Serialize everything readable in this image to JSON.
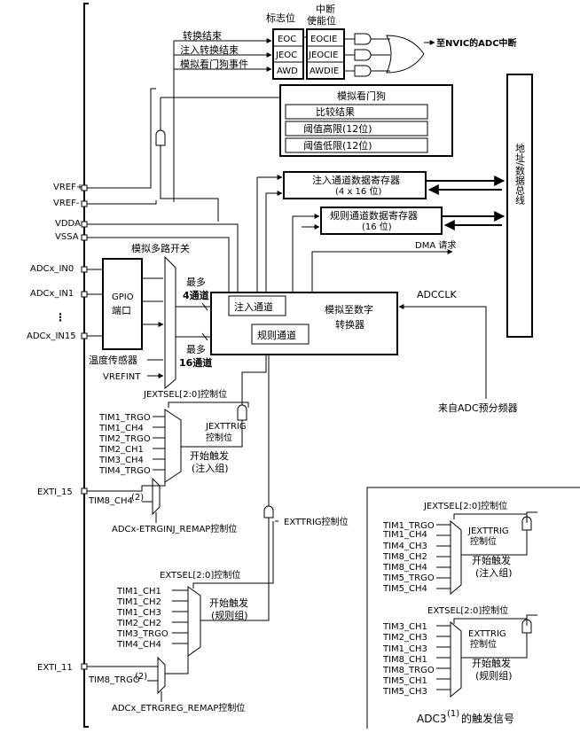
{
  "flags": {
    "title": "标志位",
    "eoc": "EOC",
    "jeoc": "JEOC",
    "awd": "AWD"
  },
  "interrupts": {
    "title_line1": "中断",
    "title_line2": "使能位",
    "eocie": "EOCIE",
    "jeocie": "JEOCIE",
    "awdie": "AWDIE"
  },
  "events": {
    "conv_end": "转换结束",
    "inj_conv_end": "注入转换结束",
    "watchdog_event": "模拟看门狗事件"
  },
  "nvic": "至NVIC的ADC中断",
  "watchdog": {
    "title": "模拟看门狗",
    "compare": "比较结果",
    "high": "阈值高限(12位)",
    "low": "阈值低限(12位)"
  },
  "inj_reg": {
    "line1": "注入通道数据寄存器",
    "line2": "(4 x 16 位)"
  },
  "reg_reg": {
    "line1": "规则通道数据寄存器",
    "line2": "(16 位)"
  },
  "bus": "地址/数据总线",
  "dma": "DMA 请求",
  "adcclk": "ADCCLK",
  "prescaler": "来自ADC预分频器",
  "pins": {
    "vref_plus": "VREF+",
    "vref_minus": "VREF-",
    "vdda": "VDDA",
    "vssa": "VSSA",
    "in0": "ADCx_IN0",
    "in1": "ADCx_IN1",
    "dots": "⋮",
    "in15": "ADCx_IN15",
    "temp": "温度传感器",
    "vrefint": "VREFINT"
  },
  "gpio": {
    "line1": "GPIO",
    "line2": "端口"
  },
  "mux": {
    "title": "模拟多路开关",
    "max1": "最多",
    "ch4": "4通道",
    "max2": "最多",
    "ch16": "16通道"
  },
  "converter": {
    "line1": "模拟至数字",
    "line2": "转换器",
    "inj": "注入通道",
    "reg": "规则通道"
  },
  "inj_trig": {
    "jextsel": "JEXTSEL[2:0]控制位",
    "inputs": [
      "TIM1_TRGO",
      "TIM1_CH4",
      "TIM2_TRGO",
      "TIM2_CH1",
      "TIM3_CH4",
      "TIM4_TRGO"
    ],
    "jexttrig1": "JEXTTRIG",
    "jexttrig2": "控制位",
    "start1": "开始触发",
    "start2": "(注入组)",
    "exti": "EXTI_15",
    "tim8": "TIM8_CH4",
    "tim8_note": "(2)",
    "remap": "ADCx-ETRGINJ_REMAP控制位"
  },
  "reg_trig": {
    "exttrig": "EXTTRIG控制位",
    "extsel": "EXTSEL[2:0]控制位",
    "inputs": [
      "TIM1_CH1",
      "TIM1_CH2",
      "TIM1_CH3",
      "TIM2_CH2",
      "TIM3_TRGO",
      "TIM4_CH4"
    ],
    "start1": "开始触发",
    "start2": "(规则组)",
    "exti": "EXTI_11",
    "tim8": "TIM8_TRGO",
    "tim8_note": "(2)",
    "remap": "ADCx_ETRGREG_REMAP控制位"
  },
  "adc3": {
    "jextsel": "JEXTSEL[2:0]控制位",
    "inj_inputs": [
      "TIM1_TRGO",
      "TIM1_CH4",
      "TIM4_CH3",
      "TIM8_CH2",
      "TIM8_CH4",
      "TIM5_TRGO",
      "TIM5_CH4"
    ],
    "jexttrig1": "JEXTTRIG",
    "jexttrig2": "控制位",
    "inj_start1": "开始触发",
    "inj_start2": "(注入组)",
    "extsel": "EXTSEL[2:0]控制位",
    "reg_inputs": [
      "TIM3_CH1",
      "TIM2_CH3",
      "TIM1_CH3",
      "TIM8_CH1",
      "TIM8_TRGO",
      "TIM5_CH1",
      "TIM5_CH3"
    ],
    "exttrig1": "EXTTRIG",
    "exttrig2": "控制位",
    "reg_start1": "开始触发",
    "reg_start2": "(规则组)",
    "caption": "ADC3",
    "caption_note": "(1)",
    "caption_rest": "的触发信号"
  }
}
